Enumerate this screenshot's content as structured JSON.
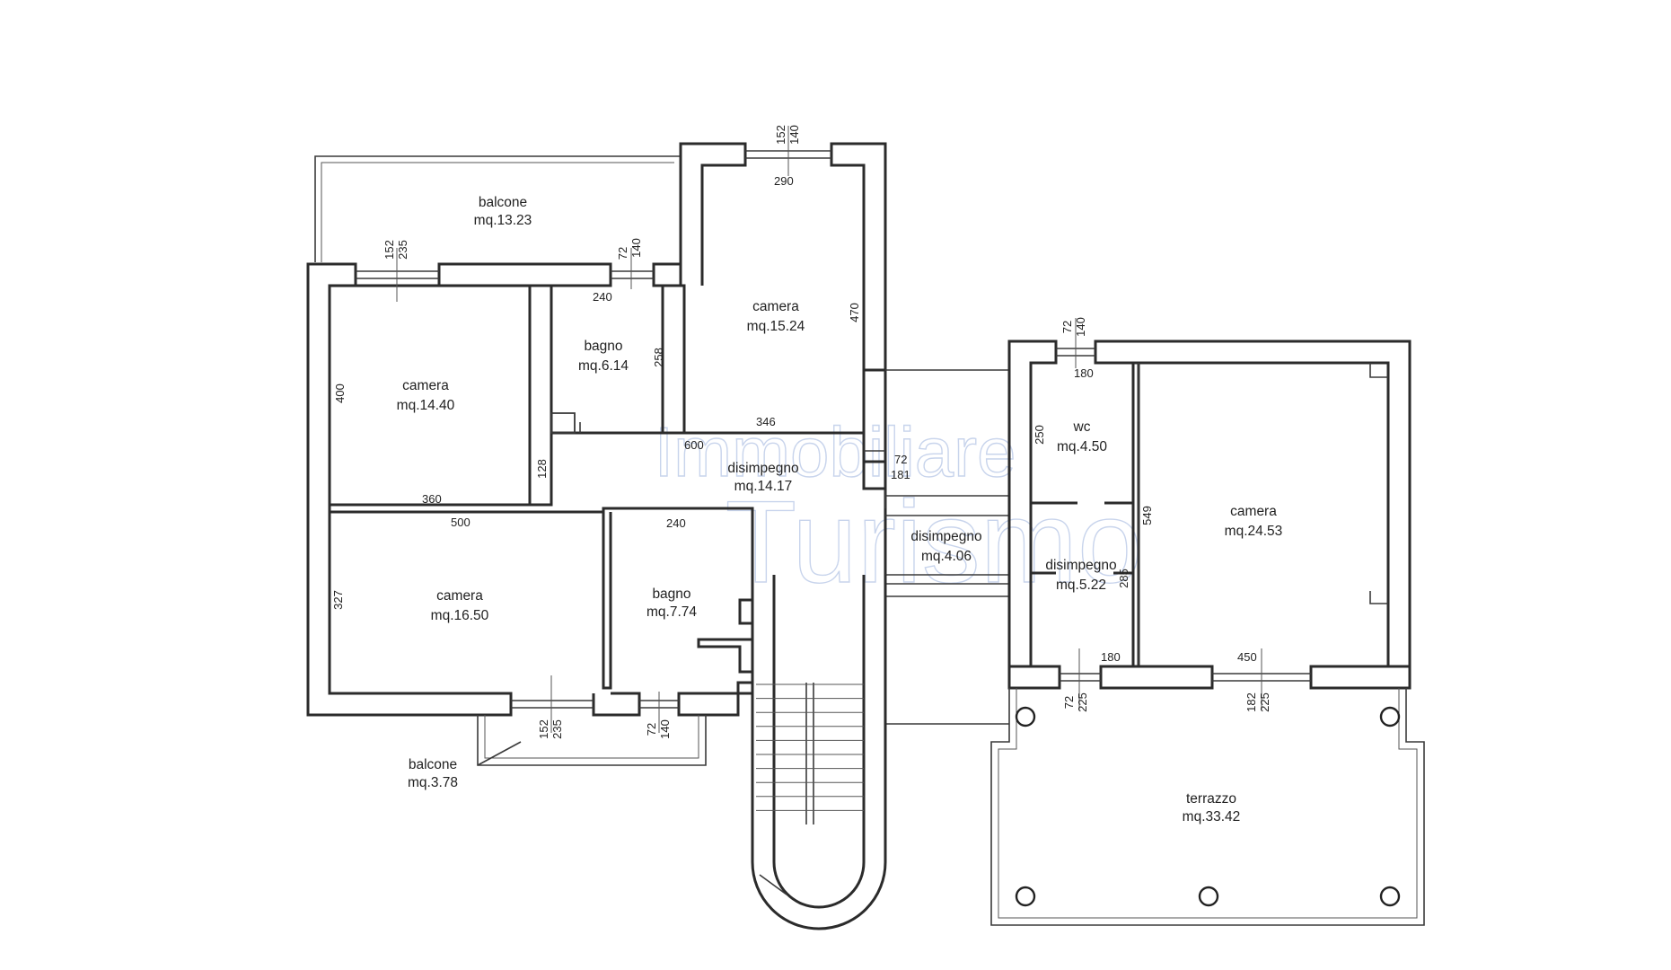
{
  "watermark": {
    "line1": "Immobiliare",
    "line2": "Turismo"
  },
  "rooms": {
    "balcone_top": {
      "name": "balcone",
      "area": "mq.13.23"
    },
    "camera_1": {
      "name": "camera",
      "area": "mq.14.40"
    },
    "bagno_1": {
      "name": "bagno",
      "area": "mq.6.14"
    },
    "camera_2": {
      "name": "camera",
      "area": "mq.15.24"
    },
    "disimpegno_1": {
      "name": "disimpegno",
      "area": "mq.14.17"
    },
    "camera_3": {
      "name": "camera",
      "area": "mq.16.50"
    },
    "bagno_2": {
      "name": "bagno",
      "area": "mq.7.74"
    },
    "balcone_bottom": {
      "name": "balcone",
      "area": "mq.3.78"
    },
    "disimpegno_2": {
      "name": "disimpegno",
      "area": "mq.4.06"
    },
    "wc": {
      "name": "wc",
      "area": "mq.4.50"
    },
    "disimpegno_3": {
      "name": "disimpegno",
      "area": "mq.5.22"
    },
    "camera_4": {
      "name": "camera",
      "area": "mq.24.53"
    },
    "terrazzo": {
      "name": "terrazzo",
      "area": "mq.33.42"
    }
  },
  "dimensions": {
    "win_cam2_a": "152",
    "win_cam2_b": "140",
    "cam2_w": "290",
    "cam2_h": "470",
    "cam2_bottom": "346",
    "win_cam1_a": "152",
    "win_cam1_b": "235",
    "win_bagno1_a": "72",
    "win_bagno1_b": "140",
    "bagno1_w": "240",
    "bagno1_h": "258",
    "cam1_h": "400",
    "cam1_w": "360",
    "dis1_w": "600",
    "dis1_h": "128",
    "dis1_door_a": "72",
    "dis1_door_b": "181",
    "cam3_w": "500",
    "cam3_h": "327",
    "bagno2_w": "240",
    "win_cam3_a": "152",
    "win_cam3_b": "235",
    "win_bagno2_a": "72",
    "win_bagno2_b": "140",
    "win_wc_a": "72",
    "win_wc_b": "140",
    "wc_w": "180",
    "wc_h": "250",
    "cam4_h": "549",
    "dis3_h": "285",
    "dis3_w": "180",
    "cam4_w": "450",
    "win_dis3_a": "72",
    "win_dis3_b": "225",
    "win_cam4_a": "182",
    "win_cam4_b": "225"
  }
}
